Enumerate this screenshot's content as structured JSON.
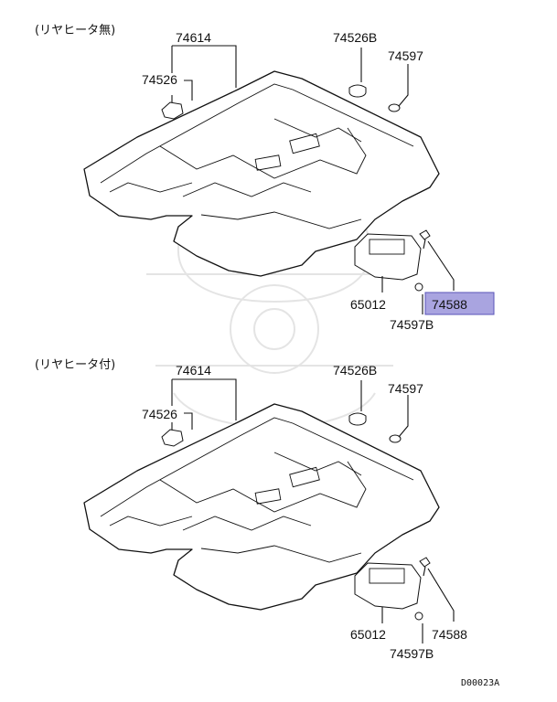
{
  "colors": {
    "highlight": "#a9a4e0",
    "highlight_border": "#5a55b8",
    "ink": "#111111",
    "watermark": "#d0d0d0"
  },
  "top": {
    "caption": "(リヤヒータ無)",
    "labels": {
      "mat": "74614",
      "clip": "74526",
      "plug": "74526B",
      "grommet": "74597",
      "cover": "65012",
      "screw_clip": "74597B",
      "bolt": "74588"
    }
  },
  "bottom": {
    "caption": "(リヤヒータ付)",
    "labels": {
      "mat": "74614",
      "clip": "74526",
      "plug": "74526B",
      "grommet": "74597",
      "cover": "65012",
      "screw_clip": "74597B",
      "bolt": "74588"
    }
  },
  "diagram_code": "D00023A"
}
